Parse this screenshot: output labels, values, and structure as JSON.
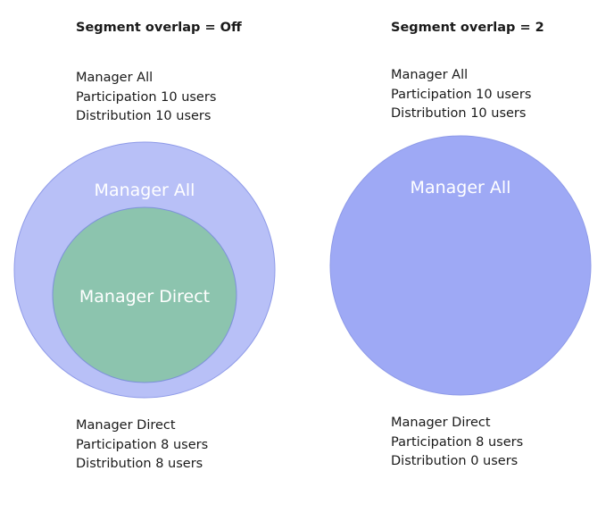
{
  "left": {
    "title": "Segment overlap = Off",
    "top_block": [
      "Manager All",
      "Participation 10 users",
      "Distribution 10 users"
    ],
    "outer_label": "Manager All",
    "inner_label": "Manager Direct",
    "bottom_block": [
      "Manager Direct",
      "Participation 8 users",
      "Distribution 8 users"
    ],
    "outer_color": "#b8c0f7",
    "inner_color": "#8cc4ae"
  },
  "right": {
    "title": "Segment overlap = 2",
    "top_block": [
      "Manager All",
      "Participation 10 users",
      "Distribution 10 users"
    ],
    "circle_label": "Manager All",
    "bottom_block": [
      "Manager Direct",
      "Participation 8 users",
      "Distribution 0 users"
    ],
    "circle_color": "#9ea9f5"
  }
}
